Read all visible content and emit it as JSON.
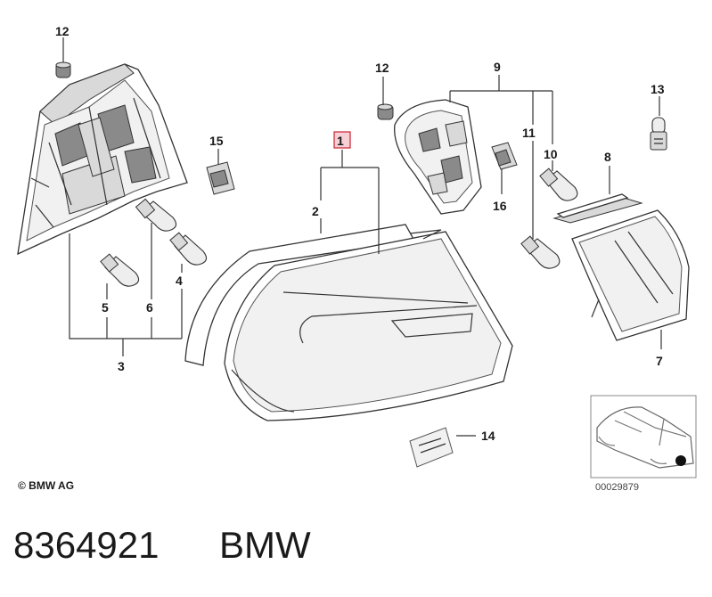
{
  "callouts": {
    "c1": "1",
    "c2": "2",
    "c3": "3",
    "c4": "4",
    "c5": "5",
    "c6": "6",
    "c7": "7",
    "c8": "8",
    "c9": "9",
    "c10": "10",
    "c11": "11",
    "c12a": "12",
    "c12b": "12",
    "c13": "13",
    "c14": "14",
    "c15": "15",
    "c16": "16"
  },
  "highlighted_callout": "1",
  "copyright": "© BMW AG",
  "drawing_number": "00029879",
  "part_number": "8364921",
  "brand": "BMW",
  "colors": {
    "highlight_fill": "#f6d0d4",
    "highlight_stroke": "#cc2233",
    "line": "#333333"
  }
}
